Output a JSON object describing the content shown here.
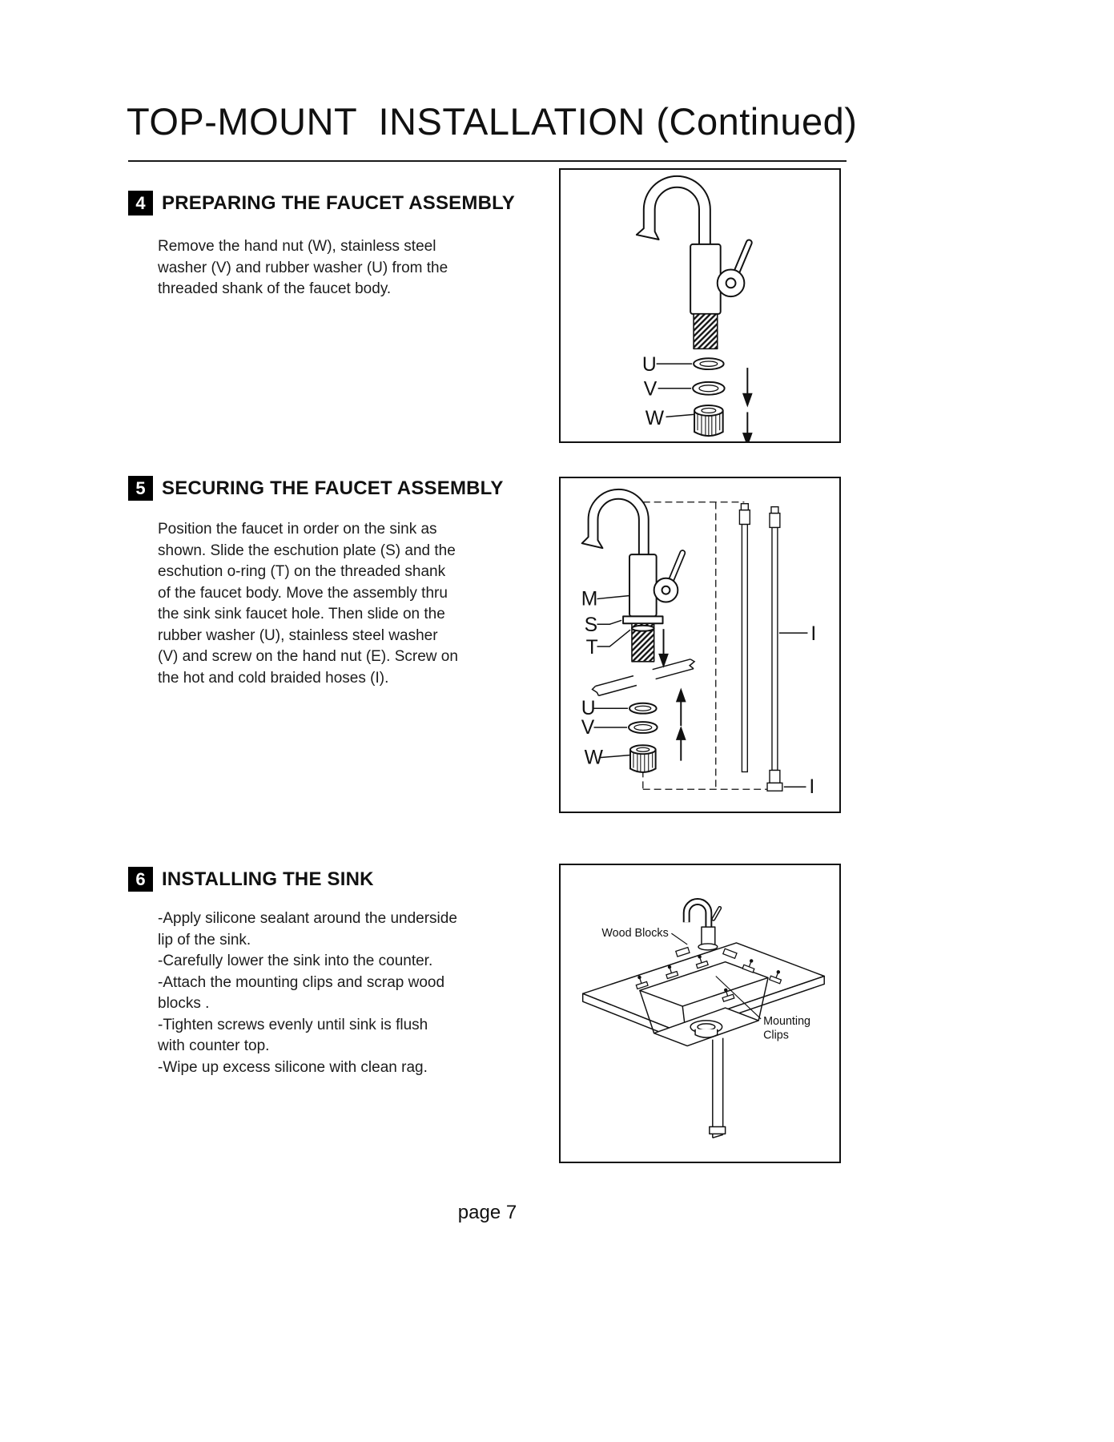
{
  "page": {
    "title": "TOP-MOUNT  INSTALLATION (Continued)",
    "footer": "page 7",
    "ink_color": "#111111"
  },
  "sections": [
    {
      "number": "4",
      "heading": "PREPARING THE FAUCET ASSEMBLY",
      "body": "Remove the hand nut (W), stainless steel\nwasher (V) and rubber washer (U) from the\nthreaded shank of the faucet body."
    },
    {
      "number": "5",
      "heading": "SECURING THE FAUCET ASSEMBLY",
      "body": "Position the faucet in order on the sink as\nshown. Slide the eschution plate (S) and the\neschution o-ring (T) on the threaded shank\nof the faucet body. Move the assembly thru\nthe sink sink faucet hole. Then slide on the\nrubber washer (U), stainless steel washer\n(V) and screw on the hand nut (E). Screw on\nthe hot and cold braided hoses (I)."
    },
    {
      "number": "6",
      "heading": "INSTALLING THE SINK",
      "body": "-Apply silicone sealant around the underside\nlip of the sink.\n-Carefully lower the sink into the counter.\n-Attach the mounting clips and scrap wood\nblocks .\n-Tighten screws evenly until sink is flush\nwith counter top.\n-Wipe up excess silicone with clean rag."
    }
  ],
  "figures": {
    "fig1": {
      "labels": {
        "u": "U",
        "v": "V",
        "w": "W"
      }
    },
    "fig2": {
      "labels": {
        "m": "M",
        "s": "S",
        "t": "T",
        "u": "U",
        "v": "V",
        "w": "W",
        "i_top": "I",
        "i_bottom": "I"
      }
    },
    "fig3": {
      "labels": {
        "wood_blocks": "Wood Blocks",
        "mounting": "Mounting",
        "clips": "Clips"
      }
    }
  }
}
